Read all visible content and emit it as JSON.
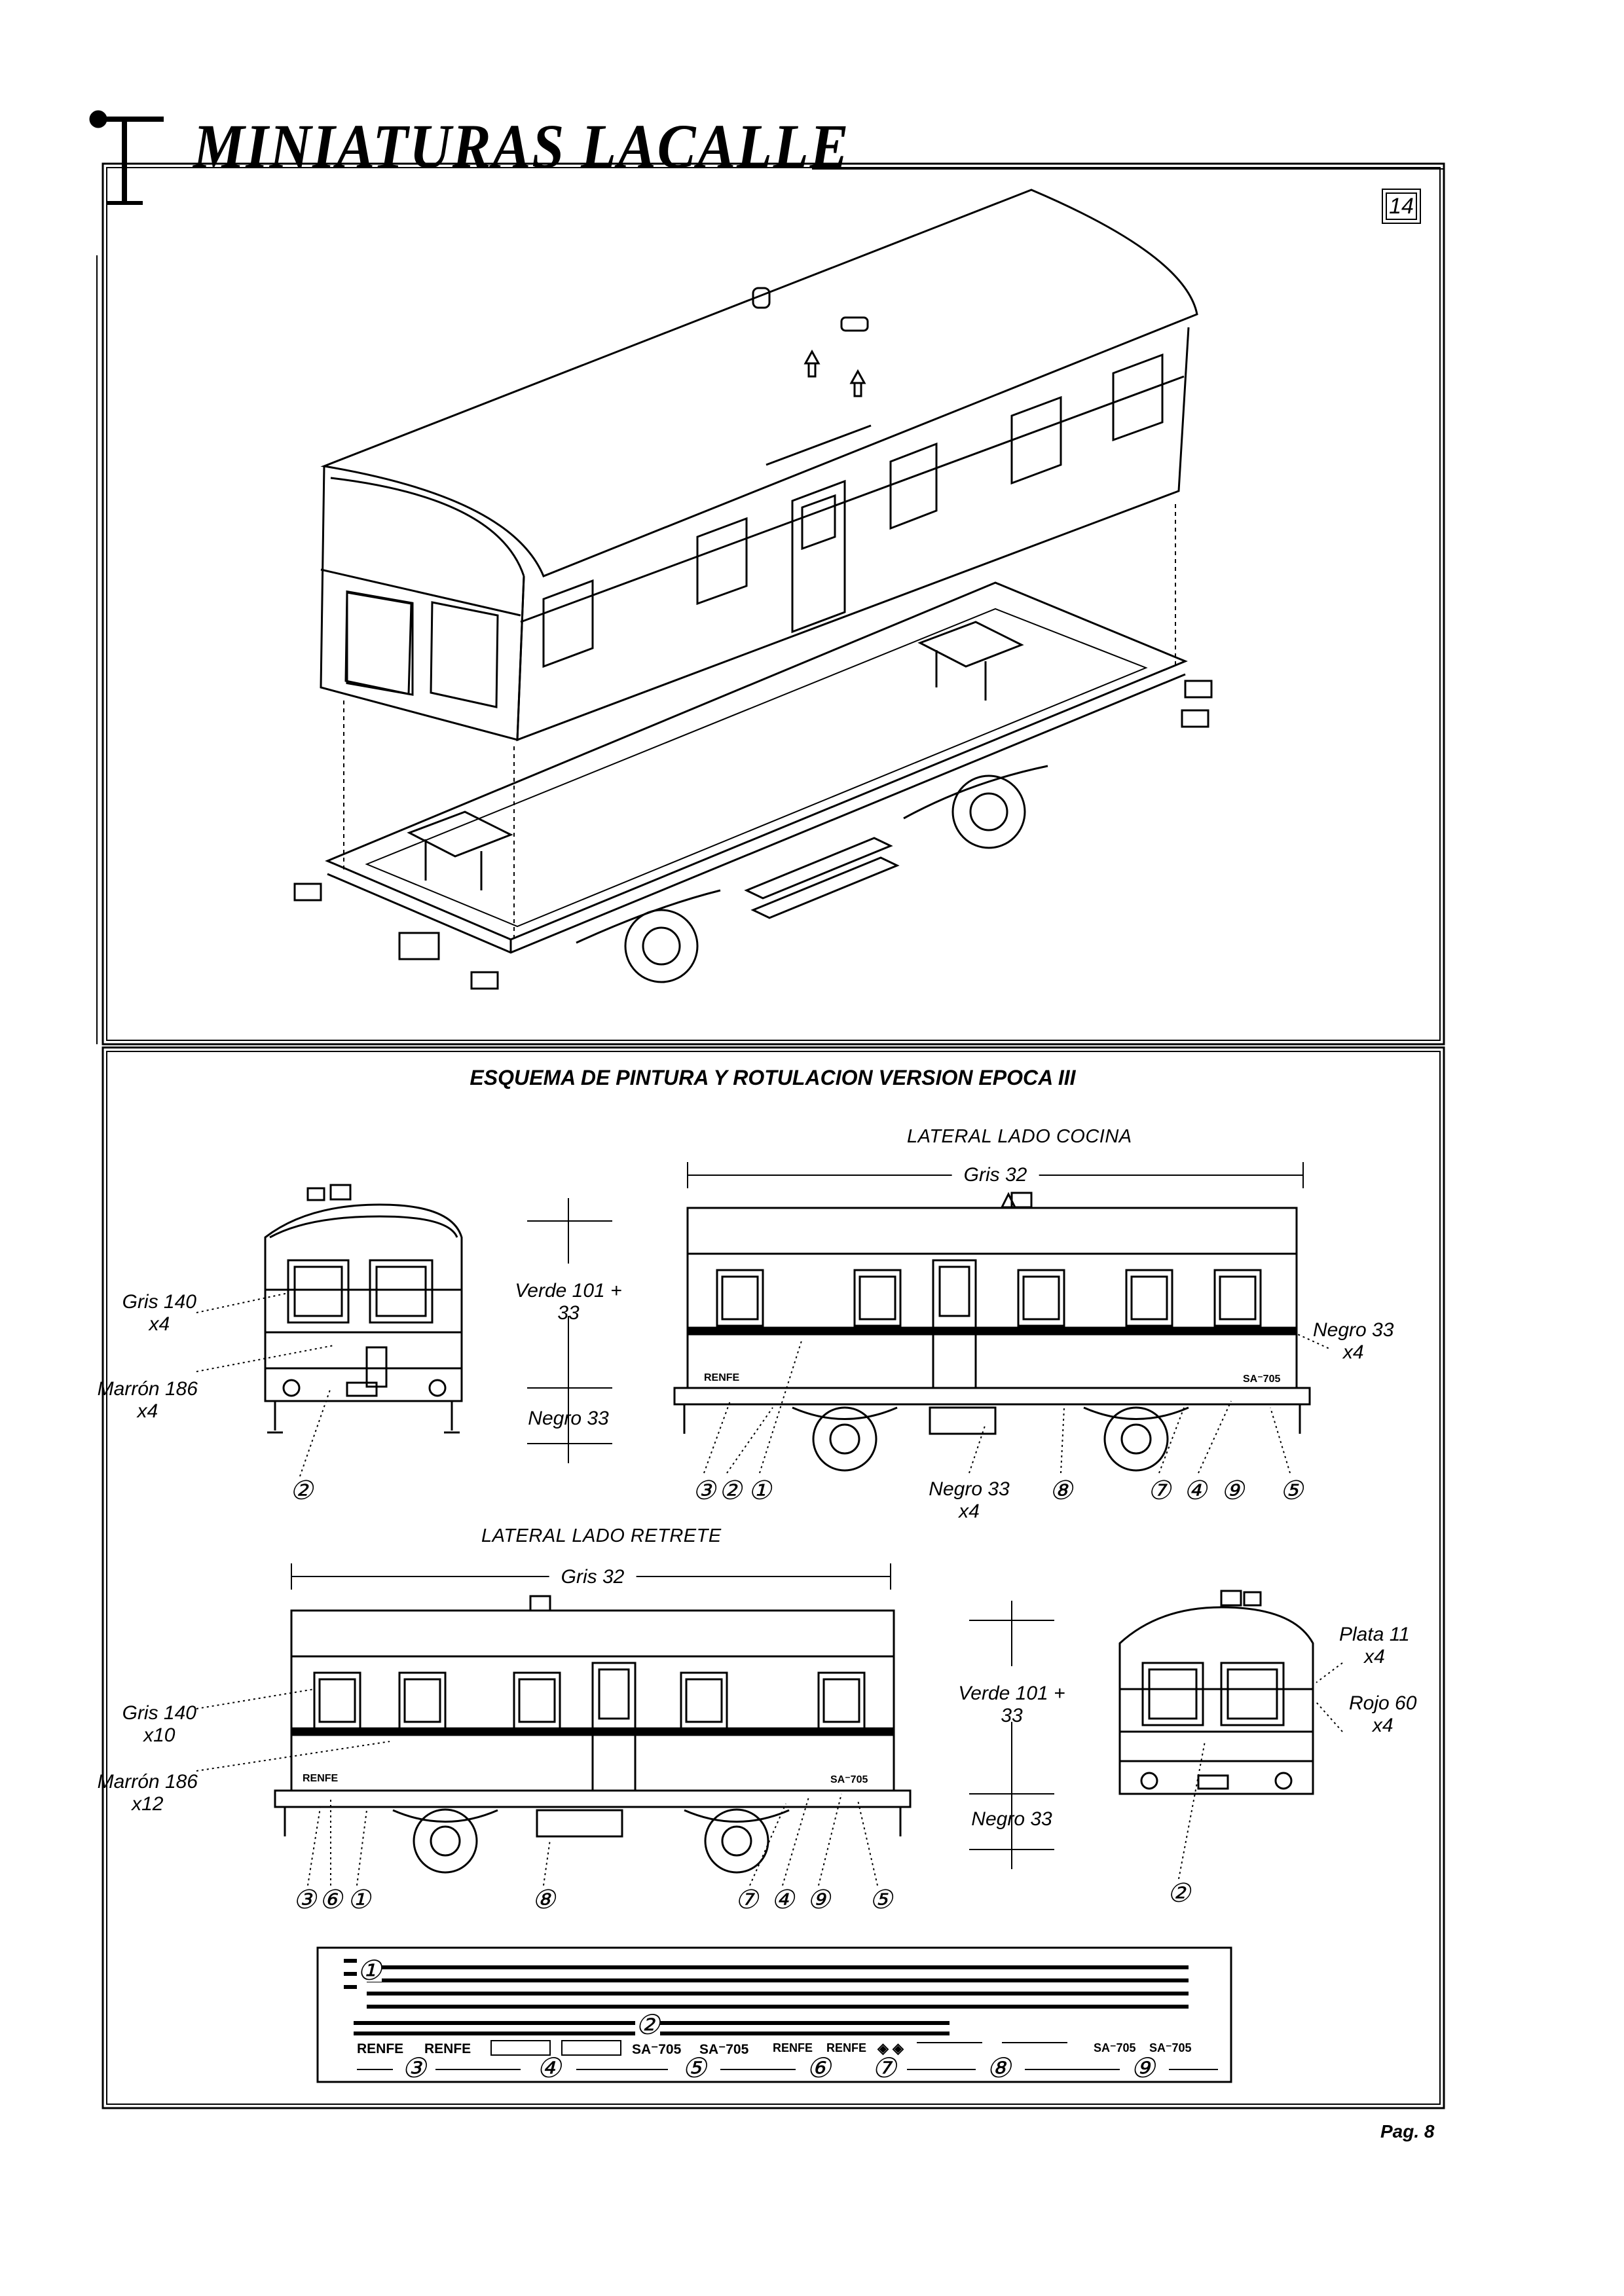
{
  "header": {
    "brand": "MINIATURAS LACALLE",
    "page_badge": "14"
  },
  "section": {
    "title": "ESQUEMA DE PINTURA Y ROTULACION VERSION EPOCA III",
    "side_kitchen": "LATERAL LADO COCINA",
    "side_toilet": "LATERAL LADO RETRETE"
  },
  "labels": {
    "gris32_top": "Gris 32",
    "gris32_bottom": "Gris 32",
    "verde_top": "Verde 101 +\n33",
    "verde_bottom": "Verde 101 +\n33",
    "negro33_legend_top": "Negro 33",
    "negro33_legend_bottom": "Negro 33",
    "gris140_x4": "Gris 140\nx4",
    "marron186_x4": "Marrón 186\nx4",
    "gris140_x10": "Gris 140\nx10",
    "marron186_x12": "Marrón 186\nx12",
    "negro33_x4_right": "Negro 33\nx4",
    "negro33_x4_bogie": "Negro 33\nx4",
    "plata11": "Plata 11\nx4",
    "rojo60": "Rojo 60\nx4"
  },
  "callouts": {
    "front_end": "②",
    "kitchen_left": [
      "③",
      "②",
      "①"
    ],
    "kitchen_mid": "⑧",
    "kitchen_right": [
      "⑦",
      "④",
      "⑨",
      "⑤"
    ],
    "toilet_left": [
      "③",
      "⑥",
      "①"
    ],
    "toilet_mid": "⑧",
    "toilet_right": [
      "⑦",
      "④",
      "⑨",
      "⑤"
    ],
    "rear_end": "②"
  },
  "decal_sheet": {
    "strip_1": "①",
    "strip_2": "②",
    "texts": [
      "RENFE",
      "RENFE",
      "SA⁻705",
      "SA⁻705",
      "RENFE",
      "RENFE",
      "SA⁻705",
      "SA⁻705"
    ],
    "numbers": [
      "③",
      "④",
      "⑤",
      "⑥",
      "⑦",
      "⑧",
      "⑨"
    ]
  },
  "car_markings": {
    "renfe": "RENFE",
    "number": "SA⁻705"
  },
  "footer": {
    "page": "Pag. 8"
  }
}
